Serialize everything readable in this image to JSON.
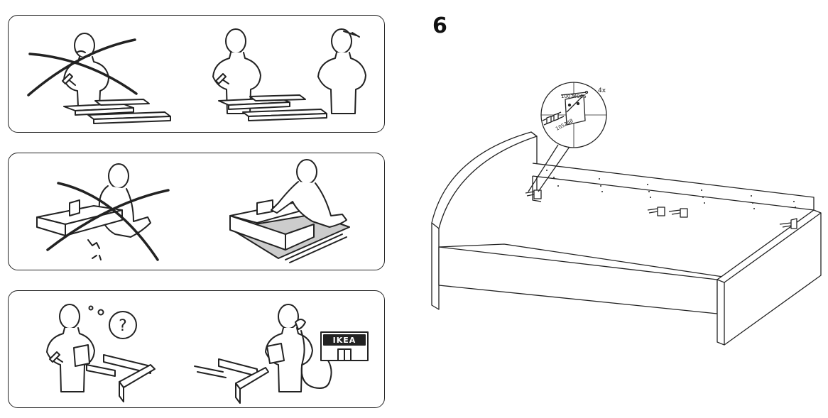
{
  "step": {
    "number": "6"
  },
  "detail": {
    "quantity": "4x",
    "part_top": "10074966",
    "part_bottom": "105248"
  },
  "store": {
    "sign": "IKEA"
  },
  "help_symbol": "?",
  "colors": {
    "line": "#222222",
    "background": "#ffffff",
    "mat": "#cccccc"
  },
  "icons": [
    "hammer-icon",
    "screwdriver-icon",
    "question-mark-icon",
    "telephone-icon",
    "manual-icon",
    "store-icon"
  ]
}
